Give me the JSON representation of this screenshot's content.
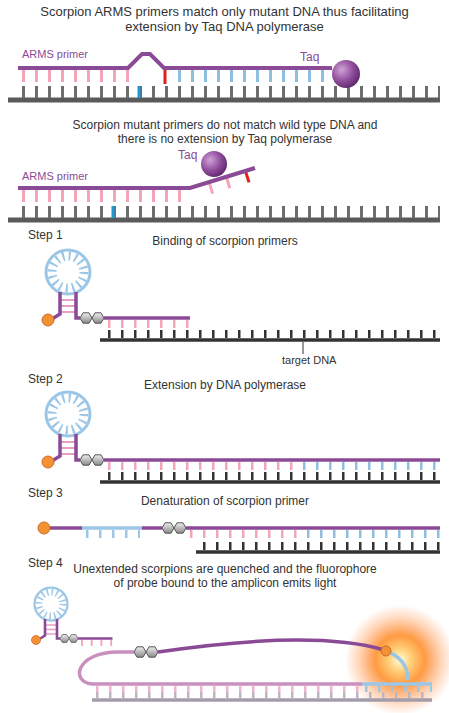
{
  "diagram": {
    "nodes": [
      {
        "text": [
          "Taq"
        ]
      },
      {
        "text": [
          "Taq"
        ]
      }
    ],
    "labels": [
      "Scorpion ARMS primers match only mutant DNA thus facilitating extension by Taq DNA polymerase",
      "ARMS primer",
      "Scorpion mutant primers do not match wild type DNA and there is no extension by Taq polymerase",
      "ARMS primer",
      "Step 1",
      "Binding of scorpion primers",
      "target DNA",
      "Step 2",
      "Extension by DNA polymerase",
      "Step 3",
      "Denaturation of scorpion primer",
      "Step 4",
      "Unextended scorpions are quenched and the fluorophore of probe bound to the amplicon emits light"
    ]
  }
}
